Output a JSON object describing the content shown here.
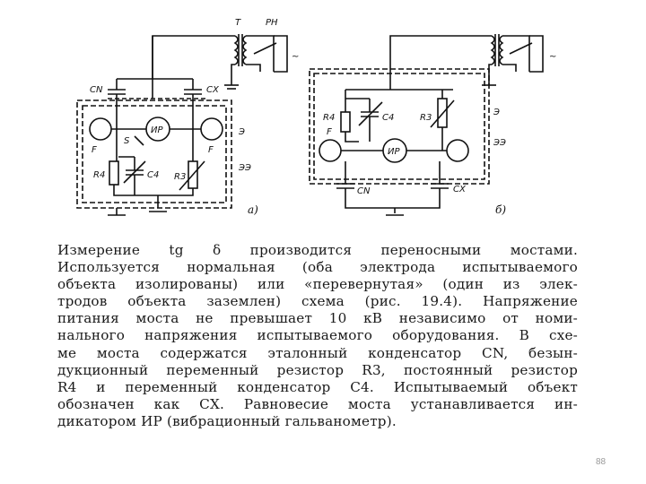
{
  "figure": {
    "labels": {
      "T": "T",
      "PH": "PH",
      "tilde_a": "~",
      "tilde_b": "~",
      "CN_a": "CN",
      "CX_a": "CX",
      "S": "S",
      "IR_a": "ИР",
      "E_a": "Э",
      "EE_a": "ЭЭ",
      "F_left_a": "F",
      "F_right_a": "F",
      "R4_a": "R4",
      "C4_a": "C4",
      "R3_a": "R3",
      "caption_a": "а)",
      "E_b": "Э",
      "EE_b": "ЭЭ",
      "R4_b": "R4",
      "F_b": "F",
      "C4_b": "C4",
      "R3_b": "R3",
      "IR_b": "ИР",
      "CN_b": "CN",
      "CX_b": "CX",
      "caption_b": "б)"
    }
  },
  "text": {
    "lines": [
      "Измерение tg δ производится переносными мостами.",
      "Используется нормальная (оба электрода испытываемого",
      "объекта изолированы) или «перевернутая» (один из элек-",
      "тродов объекта заземлен) схема (рис. 19.4). Напряжение",
      "питания моста не превышает 10 кВ независимо от номи-",
      "нального напряжения испытываемого оборудования. В схе-",
      "ме моста содержатся эталонный конденсатор CN, безын-",
      "дукционный переменный резистор R3, постоянный резистор",
      "R4 и переменный конденсатор C4. Испытываемый объект",
      "обозначен как CX. Равновесие моста устанавливается ин-",
      "дикатором ИР (вибрационный гальванометр)."
    ]
  },
  "page_number": "88"
}
